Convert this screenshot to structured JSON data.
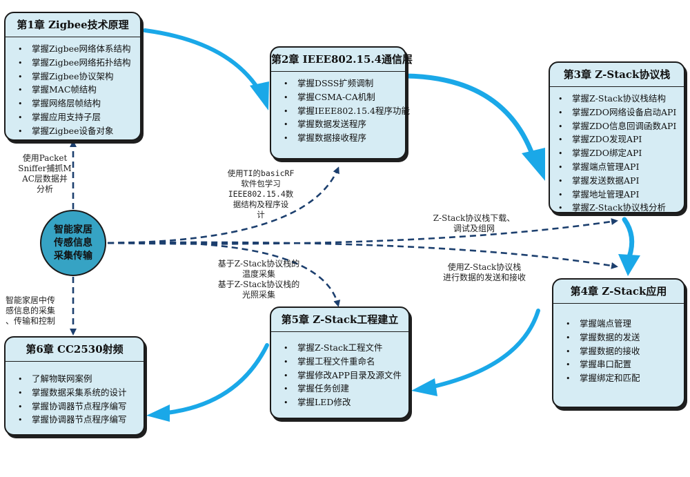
{
  "center": {
    "lines": [
      "智能家居",
      "传感信息",
      "采集传输"
    ]
  },
  "chapters": [
    {
      "title": "第1章  Zigbee技术原理",
      "items": [
        "掌握Zigbee网络体系结构",
        "掌握Zigbee网络拓扑结构",
        "掌握Zigbee协议架构",
        "掌握MAC帧结构",
        "掌握网络层帧结构",
        "掌握应用支持子层",
        "掌握Zigbee设备对象"
      ]
    },
    {
      "title": "第2章  IEEE802.15.4通信层",
      "items": [
        "掌握DSSS扩频调制",
        "掌握CSMA-CA机制",
        "掌握IEEE802.15.4程序功能",
        "掌握数据发送程序",
        "掌握数据接收程序"
      ]
    },
    {
      "title": "第3章  Z-Stack协议栈",
      "items": [
        "掌握Z-Stack协议栈结构",
        "掌握ZDO网络设备启动API",
        "掌握ZDO信息回调函数API",
        "掌握ZDO发现API",
        "掌握ZDO绑定API",
        "掌握端点管理API",
        "掌握发送数据API",
        "掌握地址管理API",
        "掌握Z-Stack协议栈分析"
      ]
    },
    {
      "title": "第4章  Z-Stack应用",
      "items": [
        "掌握端点管理",
        "掌握数据的发送",
        "掌握数据的接收",
        "掌握串口配置",
        "掌握绑定和匹配"
      ]
    },
    {
      "title": "第5章  Z-Stack工程建立",
      "items": [
        "掌握Z-Stack工程文件",
        "掌握工程文件重命名",
        "掌握修改APP目录及源文件",
        "掌握任务创建",
        "掌握LED修改"
      ]
    },
    {
      "title": "第6章  CC2530射频",
      "items": [
        "了解物联网案例",
        "掌握数据采集系统的设计",
        "掌握协调器节点程序编写",
        "掌握协调器节点程序编写"
      ]
    }
  ],
  "edge_labels": {
    "ch1": [
      "使用Packet",
      "Sniffer捕抓M",
      "AC层数据并",
      "分析"
    ],
    "ch2": [
      "使用TI的basicRF",
      "软件包学习",
      "IEEE802.15.4数",
      "据结构及程序设",
      "计"
    ],
    "ch3": [
      "Z-Stack协议栈下载、",
      "调试及组网"
    ],
    "ch4": [
      "使用Z-Stack协议栈",
      "进行数据的发送和接收"
    ],
    "ch5": [
      "基于Z-Stack协议栈的",
      "温度采集",
      "基于Z-Stack协议栈的",
      "光照采集"
    ],
    "ch6": [
      "智能家居中传",
      "感信息的采集",
      "、传输和控制"
    ]
  },
  "colors": {
    "box_fill": "#d6ecf4",
    "circle_fill": "#36a3c4",
    "flow_arrow": "#1aa8e8",
    "dashed_arrow": "#1c3f6e"
  }
}
